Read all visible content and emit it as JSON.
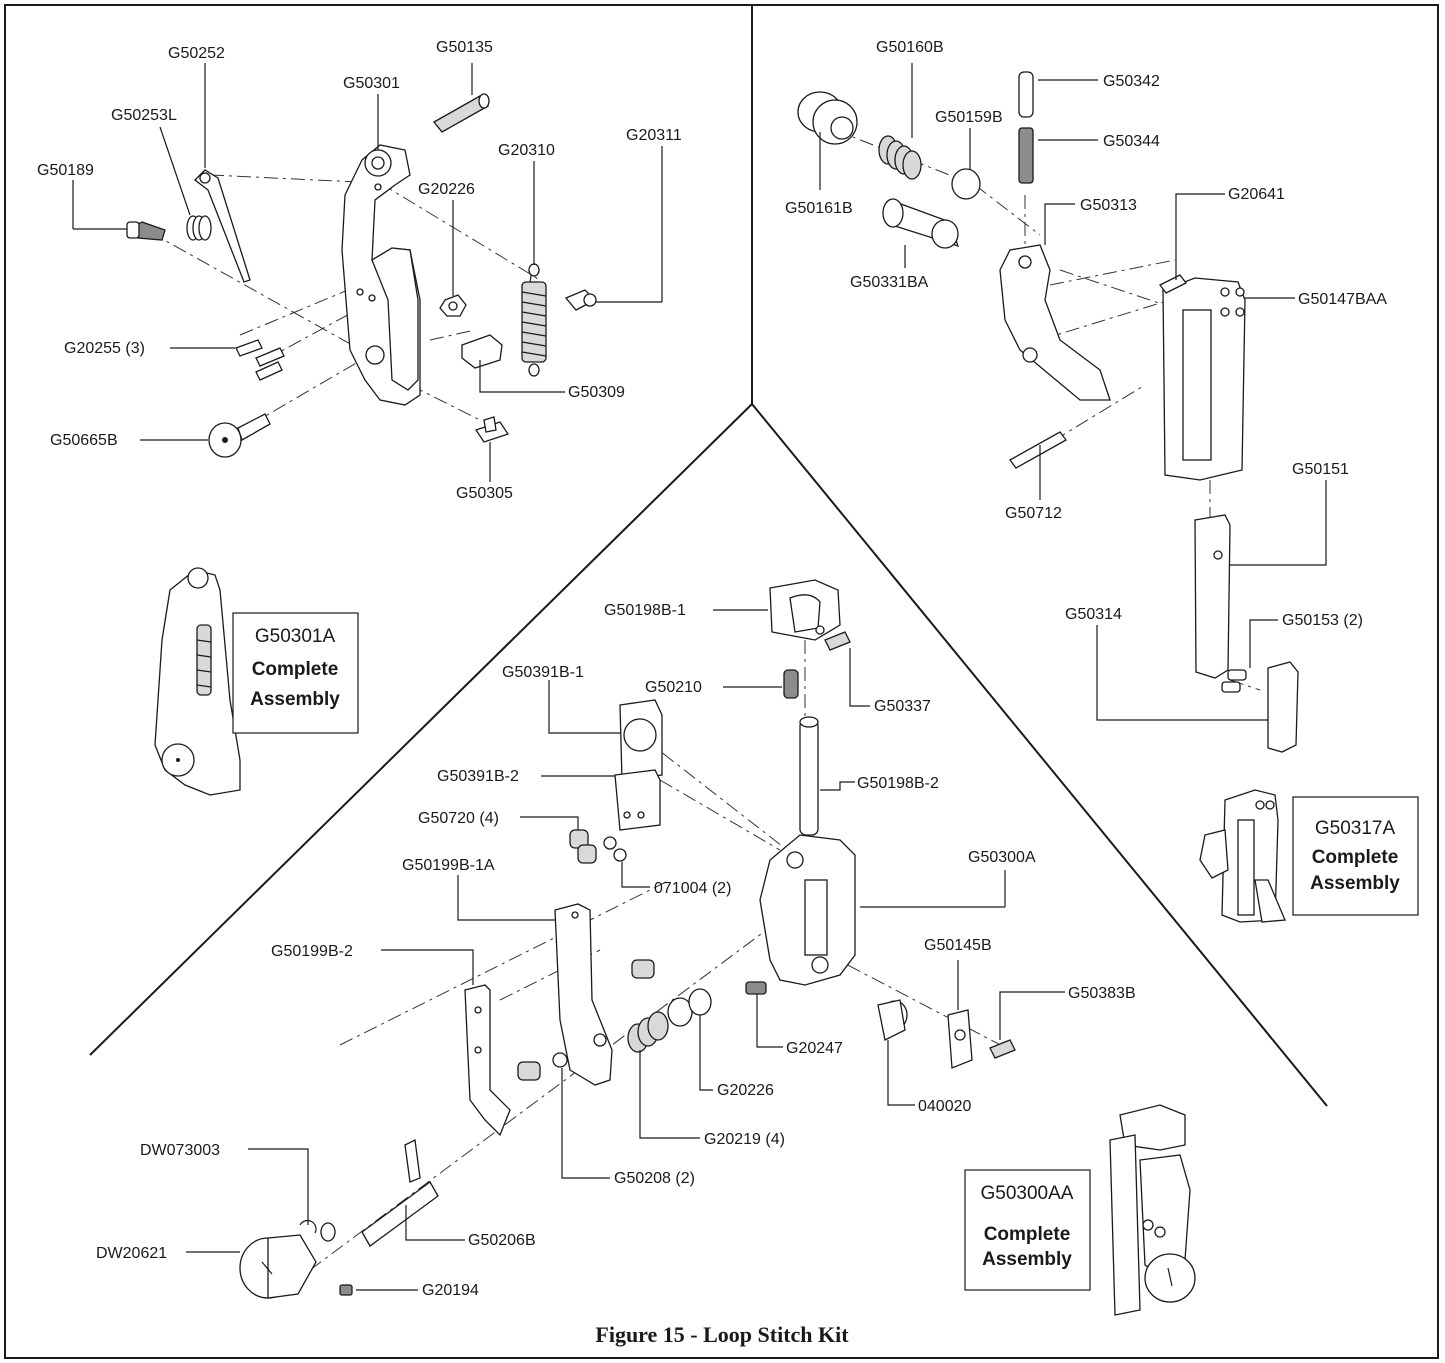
{
  "figure": {
    "caption": "Figure 15 - Loop Stitch Kit"
  },
  "assemblies": {
    "a": {
      "number": "G50301A",
      "line1": "Complete",
      "line2": "Assembly"
    },
    "b": {
      "number": "G50317A",
      "line1": "Complete",
      "line2": "Assembly"
    },
    "c": {
      "number": "G50300AA",
      "line1": "Complete",
      "line2": "Assembly"
    }
  },
  "labels": {
    "g50252": "G50252",
    "g50135": "G50135",
    "g50301": "G50301",
    "g50253l": "G50253L",
    "g20310": "G20310",
    "g20311": "G20311",
    "g50189": "G50189",
    "g20226_top": "G20226",
    "g20255": "G20255 (3)",
    "g50309": "G50309",
    "g50665b": "G50665B",
    "g50305": "G50305",
    "g50160b": "G50160B",
    "g50342": "G50342",
    "g50159b": "G50159B",
    "g50344": "G50344",
    "g50161b": "G50161B",
    "g50313": "G50313",
    "g20641": "G20641",
    "g50331ba": "G50331BA",
    "g50147baa": "G50147BAA",
    "g50712": "G50712",
    "g50151": "G50151",
    "g50314": "G50314",
    "g50153": "G50153 (2)",
    "g50198b1": "G50198B-1",
    "g50391b1": "G50391B-1",
    "g50210": "G50210",
    "g50337": "G50337",
    "g50391b2": "G50391B-2",
    "g50198b2": "G50198B-2",
    "g50720": "G50720 (4)",
    "g50300a": "G50300A",
    "g071004": "071004 (2)",
    "g50199b1a": "G50199B-1A",
    "g50145b": "G50145B",
    "g50199b2": "G50199B-2",
    "g50383b": "G50383B",
    "g20247": "G20247",
    "g20226_bottom": "G20226",
    "g040020": "040020",
    "dw073003": "DW073003",
    "g20219": "G20219 (4)",
    "g50208": "G50208 (2)",
    "dw20621": "DW20621",
    "g50206b": "G50206B",
    "g20194": "G20194"
  }
}
